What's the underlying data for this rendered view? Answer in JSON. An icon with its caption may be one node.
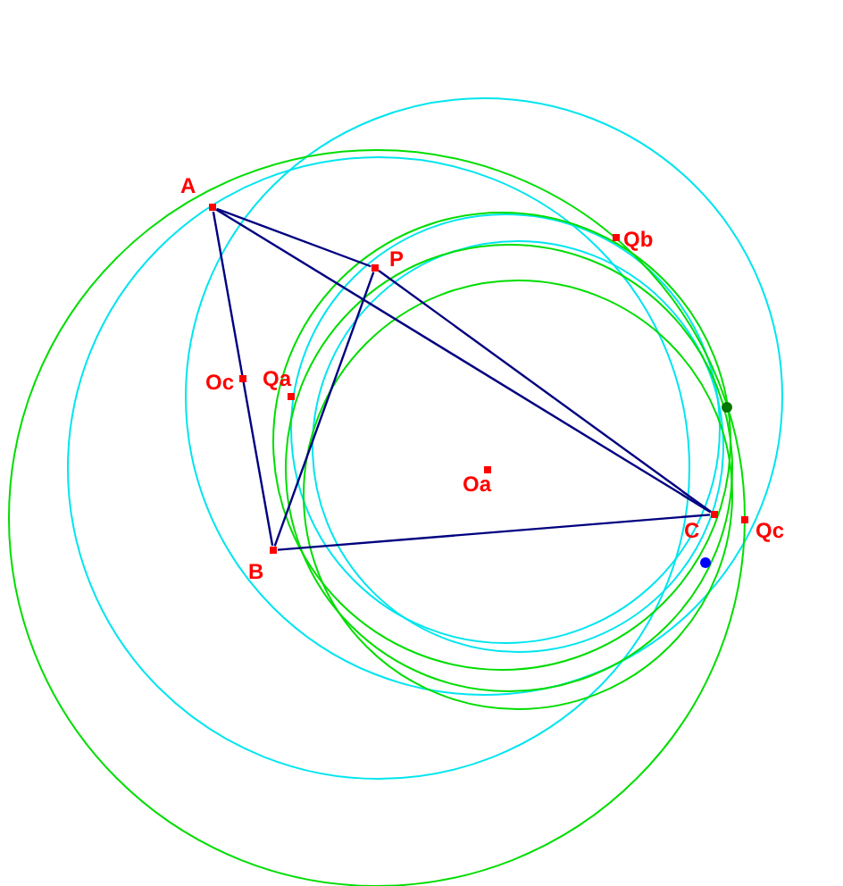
{
  "diagram": {
    "nodes": [
      {
        "text": [
          "A"
        ]
      },
      {
        "text": [
          "P"
        ]
      },
      {
        "text": [
          "Oc"
        ]
      },
      {
        "text": [
          "Qa"
        ]
      },
      {
        "text": [
          "Qb"
        ]
      },
      {
        "text": [
          "Oa"
        ]
      },
      {
        "text": [
          "B"
        ]
      },
      {
        "text": [
          "C"
        ]
      },
      {
        "text": [
          "Qc"
        ]
      }
    ],
    "edges": [
      {
        "from": 0,
        "to": 6,
        "arrow": "none"
      },
      {
        "from": 0,
        "to": 1,
        "arrow": "none"
      },
      {
        "from": 0,
        "to": 7,
        "arrow": "none"
      },
      {
        "from": 1,
        "to": 6,
        "arrow": "none"
      },
      {
        "from": 1,
        "to": 7,
        "arrow": "none"
      },
      {
        "from": 6,
        "to": 7,
        "arrow": "none"
      }
    ]
  }
}
